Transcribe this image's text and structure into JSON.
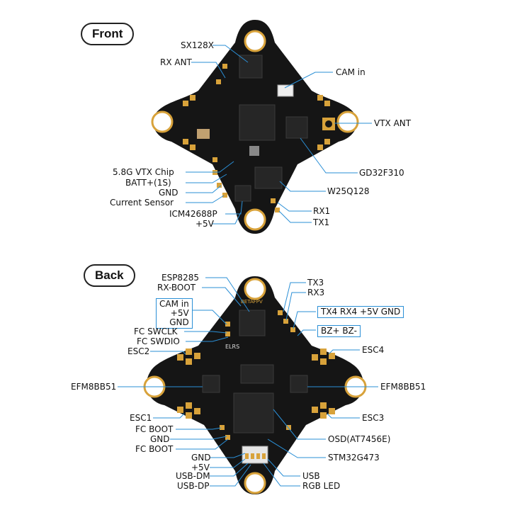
{
  "front": {
    "title": "Front",
    "labels": {
      "sx128x": "SX128X",
      "rx_ant": "RX ANT",
      "cam_in": "CAM in",
      "vtx_ant": "VTX ANT",
      "vtx_chip": "5.8G VTX Chip",
      "batt": "BATT+(1S)",
      "gnd": "GND",
      "current_sensor": "Current Sensor",
      "imu": "ICM42688P",
      "plus5v": "+5V",
      "gd32": "GD32F310",
      "flash": "W25Q128",
      "rx1": "RX1",
      "tx1": "TX1"
    }
  },
  "back": {
    "title": "Back",
    "labels": {
      "esp": "ESP8285",
      "rx_boot": "RX-BOOT",
      "tx3": "TX3",
      "rx3": "RX3",
      "cam_box": [
        "CAM in",
        "+5V",
        "GND"
      ],
      "uart4_box": "TX4  RX4  +5V  GND",
      "bz_box": "BZ+  BZ-",
      "fc_swclk": "FC SWCLK",
      "fc_swdio": "FC SWDIO",
      "esc2": "ESC2",
      "esc4": "ESC4",
      "efm_left": "EFM8BB51",
      "efm_right": "EFM8BB51",
      "esc1": "ESC1",
      "esc3": "ESC3",
      "fc_boot_1": "FC BOOT",
      "gnd_mid": "GND",
      "fc_boot_2": "FC BOOT",
      "osd": "OSD(AT7456E)",
      "gnd_bottom": "GND",
      "plus5v_bottom": "+5V",
      "stm32": "STM32G473",
      "usb_dm": "USB-DM",
      "usb": "USB",
      "usb_dp": "USB-DP",
      "rgb_led": "RGB LED"
    },
    "silkscreen": {
      "brand": "BETAFPV",
      "elrs": "ELRS"
    }
  },
  "colors": {
    "pcb": "#151515",
    "gold": "#d8a23a",
    "leader": "#2a8fd6",
    "chip": "#262626"
  }
}
